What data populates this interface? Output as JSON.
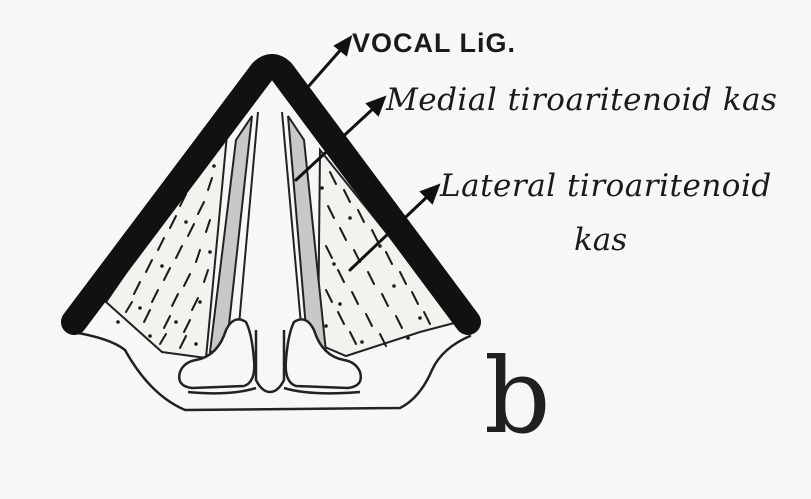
{
  "labels": {
    "vocal_lig": "VOCAL LiG.",
    "medial": "Medial tiroaritenoid kas",
    "lateral_line1": "Lateral tiroaritenoid",
    "lateral_line2": "kas",
    "figure_letter": "b"
  },
  "colors": {
    "background": "#f7f7f5",
    "cartilage": "#111111",
    "ligament_fill": "#c8c8c8",
    "ink": "#1a1a1a"
  }
}
